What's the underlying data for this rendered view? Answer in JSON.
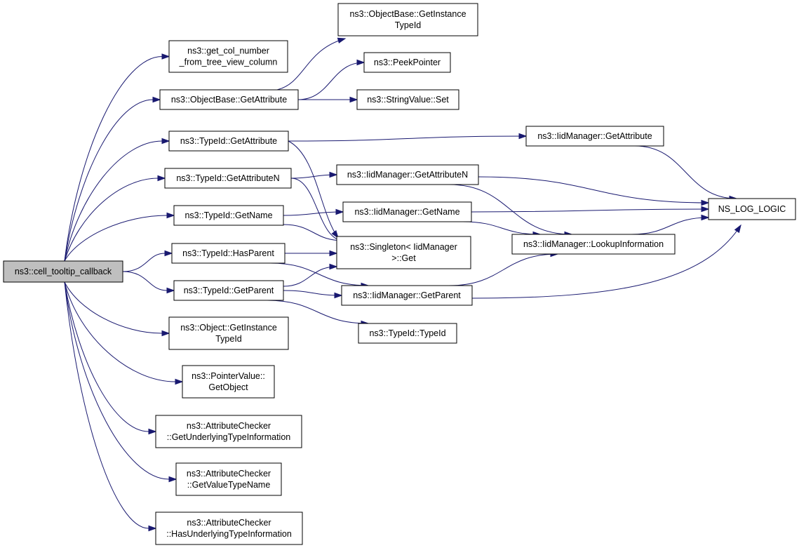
{
  "nodes": [
    {
      "id": "cell_tooltip_callback",
      "lines": [
        "ns3::cell_tooltip_callback"
      ]
    },
    {
      "id": "get_col_number",
      "lines": [
        "ns3::get_col_number",
        "_from_tree_view_column"
      ]
    },
    {
      "id": "objbase_getattribute",
      "lines": [
        "ns3::ObjectBase::GetAttribute"
      ]
    },
    {
      "id": "typeid_getattribute",
      "lines": [
        "ns3::TypeId::GetAttribute"
      ]
    },
    {
      "id": "typeid_getattributen",
      "lines": [
        "ns3::TypeId::GetAttributeN"
      ]
    },
    {
      "id": "typeid_getname",
      "lines": [
        "ns3::TypeId::GetName"
      ]
    },
    {
      "id": "typeid_hasparent",
      "lines": [
        "ns3::TypeId::HasParent"
      ]
    },
    {
      "id": "typeid_getparent",
      "lines": [
        "ns3::TypeId::GetParent"
      ]
    },
    {
      "id": "object_getinstancetypeid",
      "lines": [
        "ns3::Object::GetInstance",
        "TypeId"
      ]
    },
    {
      "id": "pointervalue_getobject",
      "lines": [
        "ns3::PointerValue::",
        "GetObject"
      ]
    },
    {
      "id": "checker_getunderlying",
      "lines": [
        "ns3::AttributeChecker",
        "::GetUnderlyingTypeInformation"
      ]
    },
    {
      "id": "checker_getvaluetypename",
      "lines": [
        "ns3::AttributeChecker",
        "::GetValueTypeName"
      ]
    },
    {
      "id": "checker_hasunderlying",
      "lines": [
        "ns3::AttributeChecker",
        "::HasUnderlyingTypeInformation"
      ]
    },
    {
      "id": "objbase_getinstancetypeid",
      "lines": [
        "ns3::ObjectBase::GetInstance",
        "TypeId"
      ]
    },
    {
      "id": "peekpointer",
      "lines": [
        "ns3::PeekPointer"
      ]
    },
    {
      "id": "stringvalue_set",
      "lines": [
        "ns3::StringValue::Set"
      ]
    },
    {
      "id": "iid_getattributen",
      "lines": [
        "ns3::IidManager::GetAttributeN"
      ]
    },
    {
      "id": "iid_getname",
      "lines": [
        "ns3::IidManager::GetName"
      ]
    },
    {
      "id": "singleton_get",
      "lines": [
        "ns3::Singleton< IidManager",
        ">::Get"
      ]
    },
    {
      "id": "iid_getparent",
      "lines": [
        "ns3::IidManager::GetParent"
      ]
    },
    {
      "id": "typeid_typeid",
      "lines": [
        "ns3::TypeId::TypeId"
      ]
    },
    {
      "id": "iid_getattribute",
      "lines": [
        "ns3::IidManager::GetAttribute"
      ]
    },
    {
      "id": "iid_lookupinformation",
      "lines": [
        "ns3::IidManager::LookupInformation"
      ]
    },
    {
      "id": "ns_log_logic",
      "lines": [
        "NS_LOG_LOGIC"
      ]
    }
  ],
  "edges": [
    [
      "cell_tooltip_callback",
      "get_col_number"
    ],
    [
      "cell_tooltip_callback",
      "objbase_getattribute"
    ],
    [
      "cell_tooltip_callback",
      "typeid_getattribute"
    ],
    [
      "cell_tooltip_callback",
      "typeid_getattributen"
    ],
    [
      "cell_tooltip_callback",
      "typeid_getname"
    ],
    [
      "cell_tooltip_callback",
      "typeid_hasparent"
    ],
    [
      "cell_tooltip_callback",
      "typeid_getparent"
    ],
    [
      "cell_tooltip_callback",
      "object_getinstancetypeid"
    ],
    [
      "cell_tooltip_callback",
      "pointervalue_getobject"
    ],
    [
      "cell_tooltip_callback",
      "checker_getunderlying"
    ],
    [
      "cell_tooltip_callback",
      "checker_getvaluetypename"
    ],
    [
      "cell_tooltip_callback",
      "checker_hasunderlying"
    ],
    [
      "objbase_getattribute",
      "objbase_getinstancetypeid"
    ],
    [
      "objbase_getattribute",
      "peekpointer"
    ],
    [
      "objbase_getattribute",
      "stringvalue_set"
    ],
    [
      "typeid_getattribute",
      "iid_getattribute"
    ],
    [
      "typeid_getattribute",
      "singleton_get"
    ],
    [
      "typeid_getattributen",
      "iid_getattributen"
    ],
    [
      "typeid_getattributen",
      "singleton_get"
    ],
    [
      "typeid_getname",
      "iid_getname"
    ],
    [
      "typeid_getname",
      "singleton_get"
    ],
    [
      "typeid_hasparent",
      "singleton_get"
    ],
    [
      "typeid_hasparent",
      "iid_getparent"
    ],
    [
      "typeid_getparent",
      "singleton_get"
    ],
    [
      "typeid_getparent",
      "iid_getparent"
    ],
    [
      "typeid_getparent",
      "typeid_typeid"
    ],
    [
      "iid_getattribute",
      "ns_log_logic"
    ],
    [
      "iid_getattributen",
      "ns_log_logic"
    ],
    [
      "iid_getattributen",
      "iid_lookupinformation"
    ],
    [
      "iid_getname",
      "ns_log_logic"
    ],
    [
      "iid_getname",
      "iid_lookupinformation"
    ],
    [
      "iid_getparent",
      "iid_lookupinformation"
    ],
    [
      "iid_getparent",
      "ns_log_logic"
    ],
    [
      "iid_lookupinformation",
      "ns_log_logic"
    ]
  ]
}
